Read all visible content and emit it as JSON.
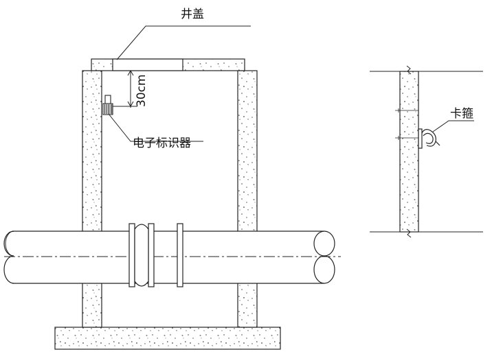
{
  "labels": {
    "manhole_cover": "井盖",
    "dimension": "30cm",
    "electronic_marker": "电子标识器",
    "clamp": "卡箍"
  },
  "colors": {
    "stroke": "#222222",
    "speckle": "#444444",
    "fill": "#ffffff"
  }
}
